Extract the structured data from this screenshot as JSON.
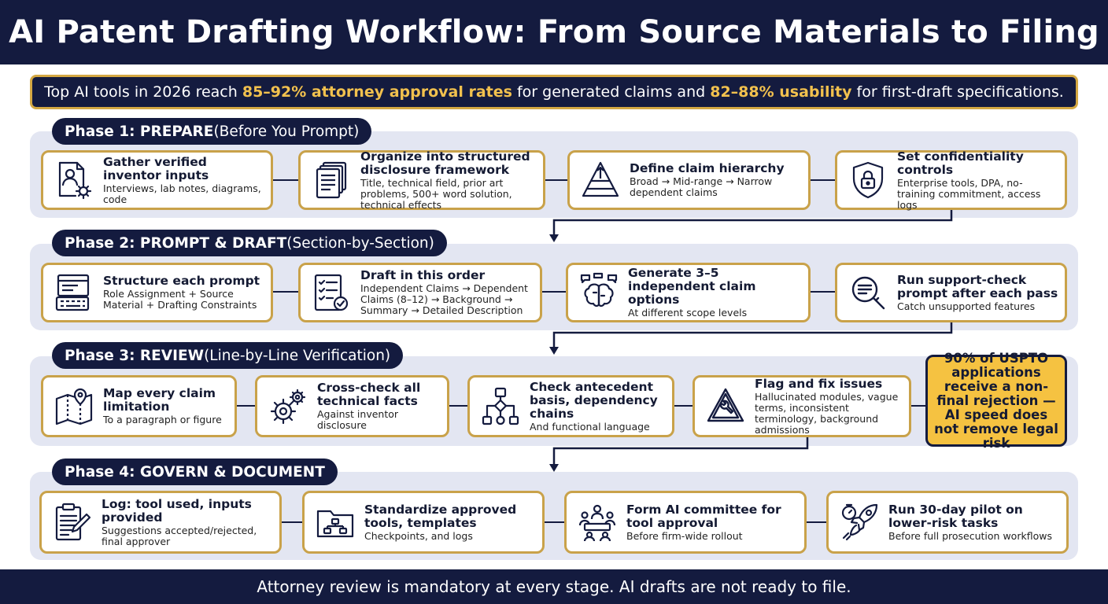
{
  "title": "AI Patent Drafting Workflow: From Source Materials to Filing",
  "banner": {
    "pre": "Top AI tools in 2026 reach ",
    "hl1": "85–92% attorney approval rates",
    "mid": " for generated claims and ",
    "hl2": "82–88% usability",
    "post": " for first-draft specifications."
  },
  "phases": [
    {
      "label_bold": "Phase 1: PREPARE",
      "label_rest": " (Before You Prompt)",
      "cards": [
        {
          "icon": "person-document-gear-icon",
          "title": "Gather verified inventor inputs",
          "subtitle": "Interviews, lab notes, diagrams, code"
        },
        {
          "icon": "stacked-documents-icon",
          "title": "Organize into structured disclosure framework",
          "subtitle": "Title, technical field, prior art problems, 500+ word solution, technical effects"
        },
        {
          "icon": "pyramid-hierarchy-icon",
          "title": "Define claim hierarchy",
          "subtitle": "Broad → Mid-range → Narrow dependent claims"
        },
        {
          "icon": "shield-lock-icon",
          "title": "Set confidentiality controls",
          "subtitle": "Enterprise tools, DPA, no-training commitment, access logs"
        }
      ]
    },
    {
      "label_bold": "Phase 2: PROMPT & DRAFT",
      "label_rest": " (Section-by-Section)",
      "cards": [
        {
          "icon": "prompt-template-icon",
          "title": "Structure each prompt",
          "subtitle": "Role Assignment + Source Material + Drafting Constraints"
        },
        {
          "icon": "checklist-icon",
          "title": "Draft in this order",
          "subtitle": "Independent Claims → Dependent Claims (8–12) → Background → Summary → Detailed Description"
        },
        {
          "icon": "brain-chat-icon",
          "title": "Generate 3–5 independent claim options",
          "subtitle": "At different scope levels"
        },
        {
          "icon": "magnifier-document-icon",
          "title": "Run support-check prompt after each pass",
          "subtitle": "Catch unsupported features"
        }
      ]
    },
    {
      "label_bold": "Phase 3: REVIEW",
      "label_rest": " (Line-by-Line Verification)",
      "cards": [
        {
          "icon": "map-pin-icon",
          "title": "Map every claim limitation",
          "subtitle": "To a paragraph or figure"
        },
        {
          "icon": "gears-icon",
          "title": "Cross-check all technical facts",
          "subtitle": "Against inventor disclosure"
        },
        {
          "icon": "flowchart-icon",
          "title": "Check antecedent basis, dependency chains",
          "subtitle": "And functional language"
        },
        {
          "icon": "warning-wrench-icon",
          "title": "Flag and fix issues",
          "subtitle": "Hallucinated modules, vague terms, inconsistent terminology, background admissions"
        }
      ]
    },
    {
      "label_bold": "Phase 4: GOVERN & DOCUMENT",
      "label_rest": "",
      "cards": [
        {
          "icon": "clipboard-log-icon",
          "title": "Log: tool used, inputs provided",
          "subtitle": "Suggestions accepted/rejected, final approver"
        },
        {
          "icon": "folder-network-icon",
          "title": "Standardize approved tools, templates",
          "subtitle": "Checkpoints, and logs"
        },
        {
          "icon": "committee-icon",
          "title": "Form AI committee for tool approval",
          "subtitle": "Before firm-wide rollout"
        },
        {
          "icon": "rocket-stopwatch-icon",
          "title": "Run 30-day pilot on lower-risk tasks",
          "subtitle": "Before full prosecution workflows"
        }
      ]
    }
  ],
  "callout": "90% of USPTO applications receive a non-final rejection — AI speed does not remove legal risk",
  "footer": "Attorney review is mandatory at every stage. AI drafts are not ready to file.",
  "colors": {
    "navy": "#141b3f",
    "gold": "#c9a24a",
    "highlight": "#f2c14e",
    "callout": "#f5c241",
    "panel": "#e3e6f2"
  }
}
